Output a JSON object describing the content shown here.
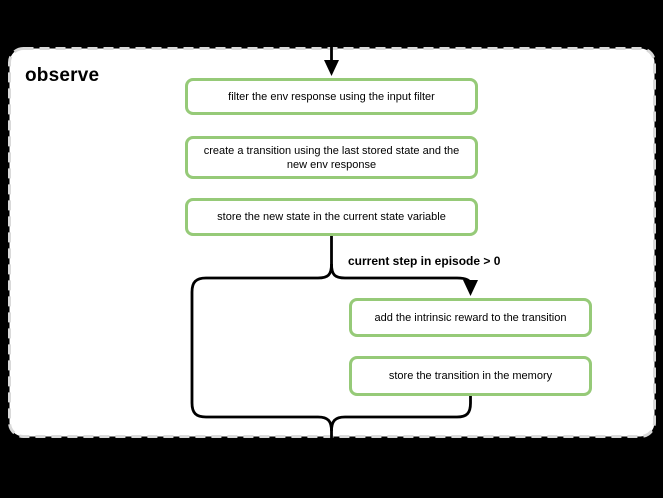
{
  "diagram": {
    "title": "observe",
    "nodes": [
      {
        "id": "filter-env-response",
        "label": "filter the env response using the input filter"
      },
      {
        "id": "create-transition",
        "label": "create a transition using the last stored state and the new env response"
      },
      {
        "id": "store-new-state",
        "label": "store the new state in the current state variable"
      },
      {
        "id": "add-intrinsic-reward",
        "label": "add the intrinsic reward to the transition"
      },
      {
        "id": "store-transition",
        "label": "store the transition in the memory"
      }
    ],
    "edges": [
      {
        "from": "start",
        "to": "filter-env-response",
        "label": ""
      },
      {
        "from": "store-new-state",
        "to": "add-intrinsic-reward",
        "label": "current step in episode > 0"
      },
      {
        "from": "store-new-state",
        "to": "end",
        "label": ""
      },
      {
        "from": "store-transition",
        "to": "end",
        "label": ""
      }
    ]
  },
  "colors": {
    "page_background": "#000000",
    "panel_background": "#ffffff",
    "panel_border": "#d9d9d9",
    "node_border": "#96ca78",
    "node_background": "#ffffff",
    "connector": "#000000",
    "text": "#000000"
  }
}
